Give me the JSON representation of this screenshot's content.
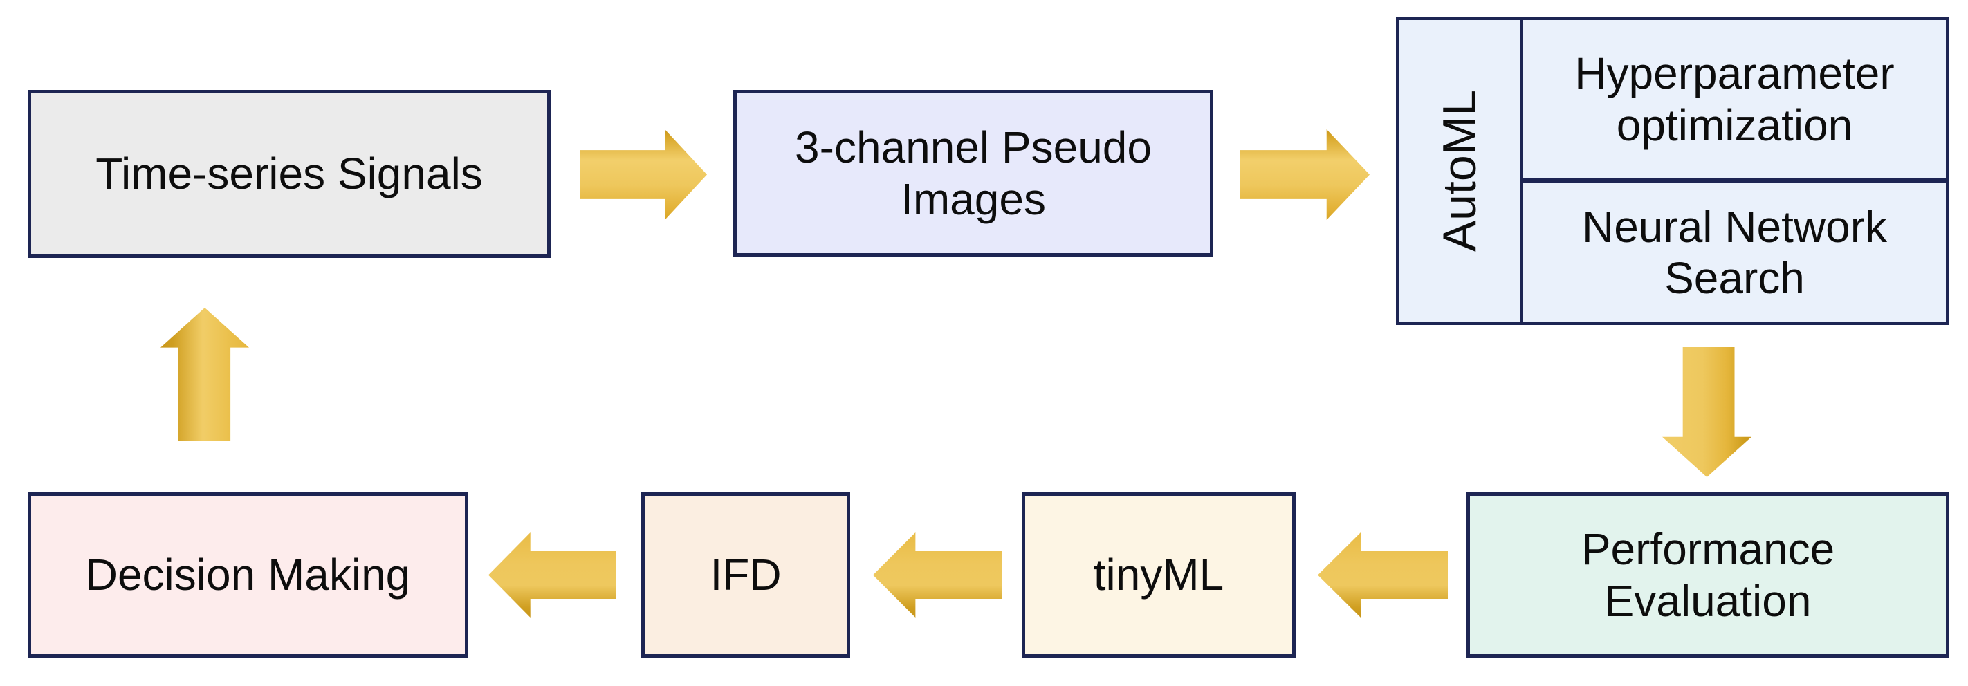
{
  "boxes": {
    "time_series": {
      "label": "Time-series Signals",
      "fill": "#ebebeb"
    },
    "pseudo_images": {
      "line1": "3-channel Pseudo",
      "line2": "Images",
      "fill": "#e7e9fb"
    },
    "automl": {
      "side_label": "AutoML",
      "fill": "#eaf1fb",
      "cell_top": {
        "line1": "Hyperparameter",
        "line2": "optimization"
      },
      "cell_bottom": {
        "line1": "Neural Network",
        "line2": "Search"
      }
    },
    "performance": {
      "line1": "Performance",
      "line2": "Evaluation",
      "fill": "#e2f3ed"
    },
    "tinyml": {
      "label": "tinyML",
      "fill": "#fdf5e4"
    },
    "ifd": {
      "label": "IFD",
      "fill": "#fbeee1"
    },
    "decision": {
      "label": "Decision Making",
      "fill": "#fdecec"
    }
  },
  "colors": {
    "border": "#1d2553",
    "text": "#0d0d0d",
    "background": "#ffffff",
    "arrow_gold_light": "#f3d172",
    "arrow_gold_mid": "#eabf4d",
    "arrow_gold_dark": "#c9971b"
  },
  "flow": [
    {
      "from": "time_series",
      "to": "pseudo_images",
      "direction": "right"
    },
    {
      "from": "pseudo_images",
      "to": "automl",
      "direction": "right"
    },
    {
      "from": "automl",
      "to": "performance",
      "direction": "down"
    },
    {
      "from": "performance",
      "to": "tinyml",
      "direction": "left"
    },
    {
      "from": "tinyml",
      "to": "ifd",
      "direction": "left"
    },
    {
      "from": "ifd",
      "to": "decision",
      "direction": "left"
    },
    {
      "from": "decision",
      "to": "time_series",
      "direction": "up"
    }
  ]
}
